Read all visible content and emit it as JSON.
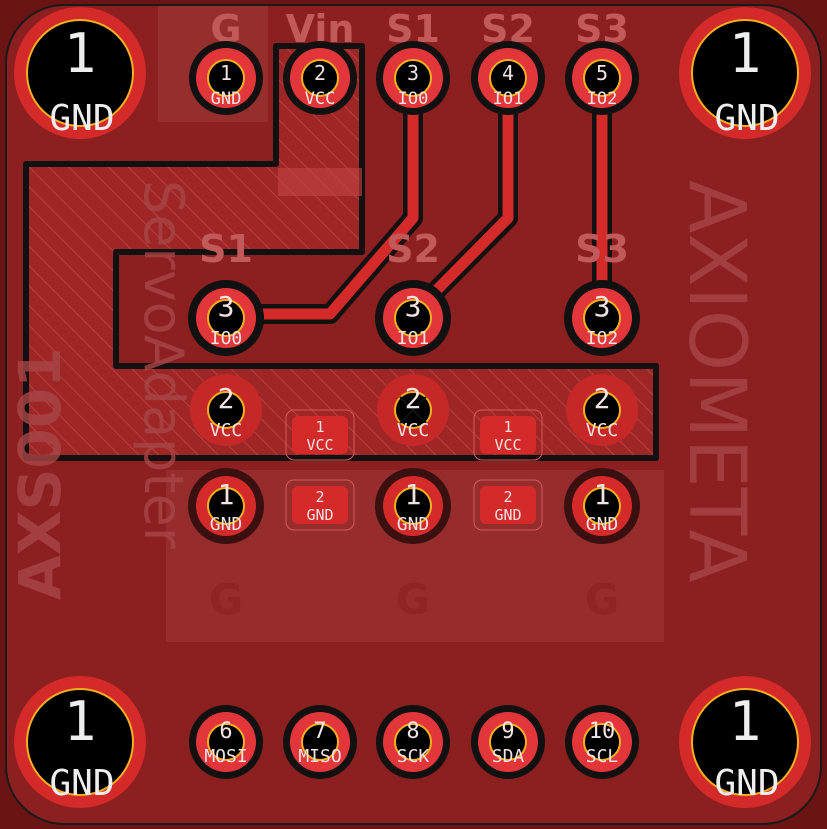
{
  "colors": {
    "board": "#8c1f1f",
    "copper": "#d42a2a",
    "copper_dark": "#7a0f12",
    "outline": "#111111",
    "pad_ring": "#e3363a",
    "hole_gold": "#f2b01e",
    "silk": "#f2e3e3",
    "faint": "#a84646"
  },
  "mount_holes": {
    "number": "1",
    "label": "GND"
  },
  "top_headers": [
    {
      "header": "G",
      "number": "1",
      "label": "GND"
    },
    {
      "header": "Vin",
      "number": "2",
      "label": "VCC"
    },
    {
      "header": "S1",
      "number": "3",
      "label": "IO0"
    },
    {
      "header": "S2",
      "number": "4",
      "label": "IO1"
    },
    {
      "header": "S3",
      "number": "5",
      "label": "IO2"
    }
  ],
  "servo_columns": [
    {
      "header": "S1",
      "footer": "G",
      "sig_num": "3",
      "sig_label": "IO0",
      "vcc_num": "2",
      "vcc_label": "VCC",
      "gnd_num": "1",
      "gnd_label": "GND"
    },
    {
      "header": "S2",
      "footer": "G",
      "sig_num": "3",
      "sig_label": "IO1",
      "vcc_num": "2",
      "vcc_label": "VCC",
      "gnd_num": "1",
      "gnd_label": "GND"
    },
    {
      "header": "S3",
      "footer": "G",
      "sig_num": "3",
      "sig_label": "IO2",
      "vcc_num": "2",
      "vcc_label": "VCC",
      "gnd_num": "1",
      "gnd_label": "GND"
    }
  ],
  "caps": [
    {
      "n1": "1",
      "l1": "VCC",
      "n2": "2",
      "l2": "GND"
    },
    {
      "n1": "1",
      "l1": "VCC",
      "n2": "2",
      "l2": "GND"
    }
  ],
  "bottom_pins": [
    {
      "number": "6",
      "label": "MOSI"
    },
    {
      "number": "7",
      "label": "MISO"
    },
    {
      "number": "8",
      "label": "SCK"
    },
    {
      "number": "9",
      "label": "SDA"
    },
    {
      "number": "10",
      "label": "SCL"
    }
  ],
  "silk_text": {
    "right_vertical": "AXIOMETA",
    "left_vertical_1": "ServoAdapter",
    "left_vertical_2": "AXS001"
  }
}
